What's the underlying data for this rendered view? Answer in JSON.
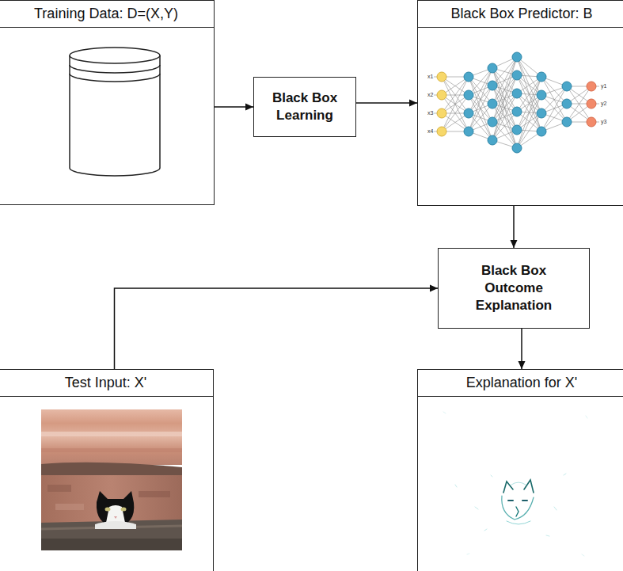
{
  "diagram": {
    "nodes": [
      {
        "text": [
          "Training Data: D=(X,Y)"
        ]
      },
      {
        "text": [
          "Black Box Learning"
        ]
      },
      {
        "text": [
          "Black Box Predictor: B"
        ]
      },
      {
        "text": [
          "Black Box Outcome Explanation"
        ]
      },
      {
        "text": [
          "Test Input: X'"
        ]
      },
      {
        "text": [
          "Explanation for X'"
        ]
      }
    ],
    "edges": [
      {
        "from": 0,
        "to": 1,
        "arrow": "to"
      },
      {
        "from": 1,
        "to": 2,
        "arrow": "to"
      },
      {
        "from": 2,
        "to": 3,
        "arrow": "to"
      },
      {
        "from": 4,
        "to": 3,
        "arrow": "to"
      },
      {
        "from": 3,
        "to": 5,
        "arrow": "to"
      }
    ],
    "labels": [
      "x1",
      "x2",
      "x3",
      "x4",
      "y1",
      "y2",
      "y3"
    ]
  }
}
